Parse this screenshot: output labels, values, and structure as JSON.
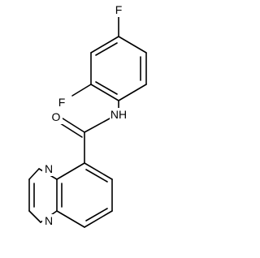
{
  "molecule": {
    "atoms": {
      "f_top": "F",
      "f_ortho": "F",
      "nh": "NH",
      "o": "O",
      "n_upper": "N",
      "n_lower": "N"
    }
  }
}
